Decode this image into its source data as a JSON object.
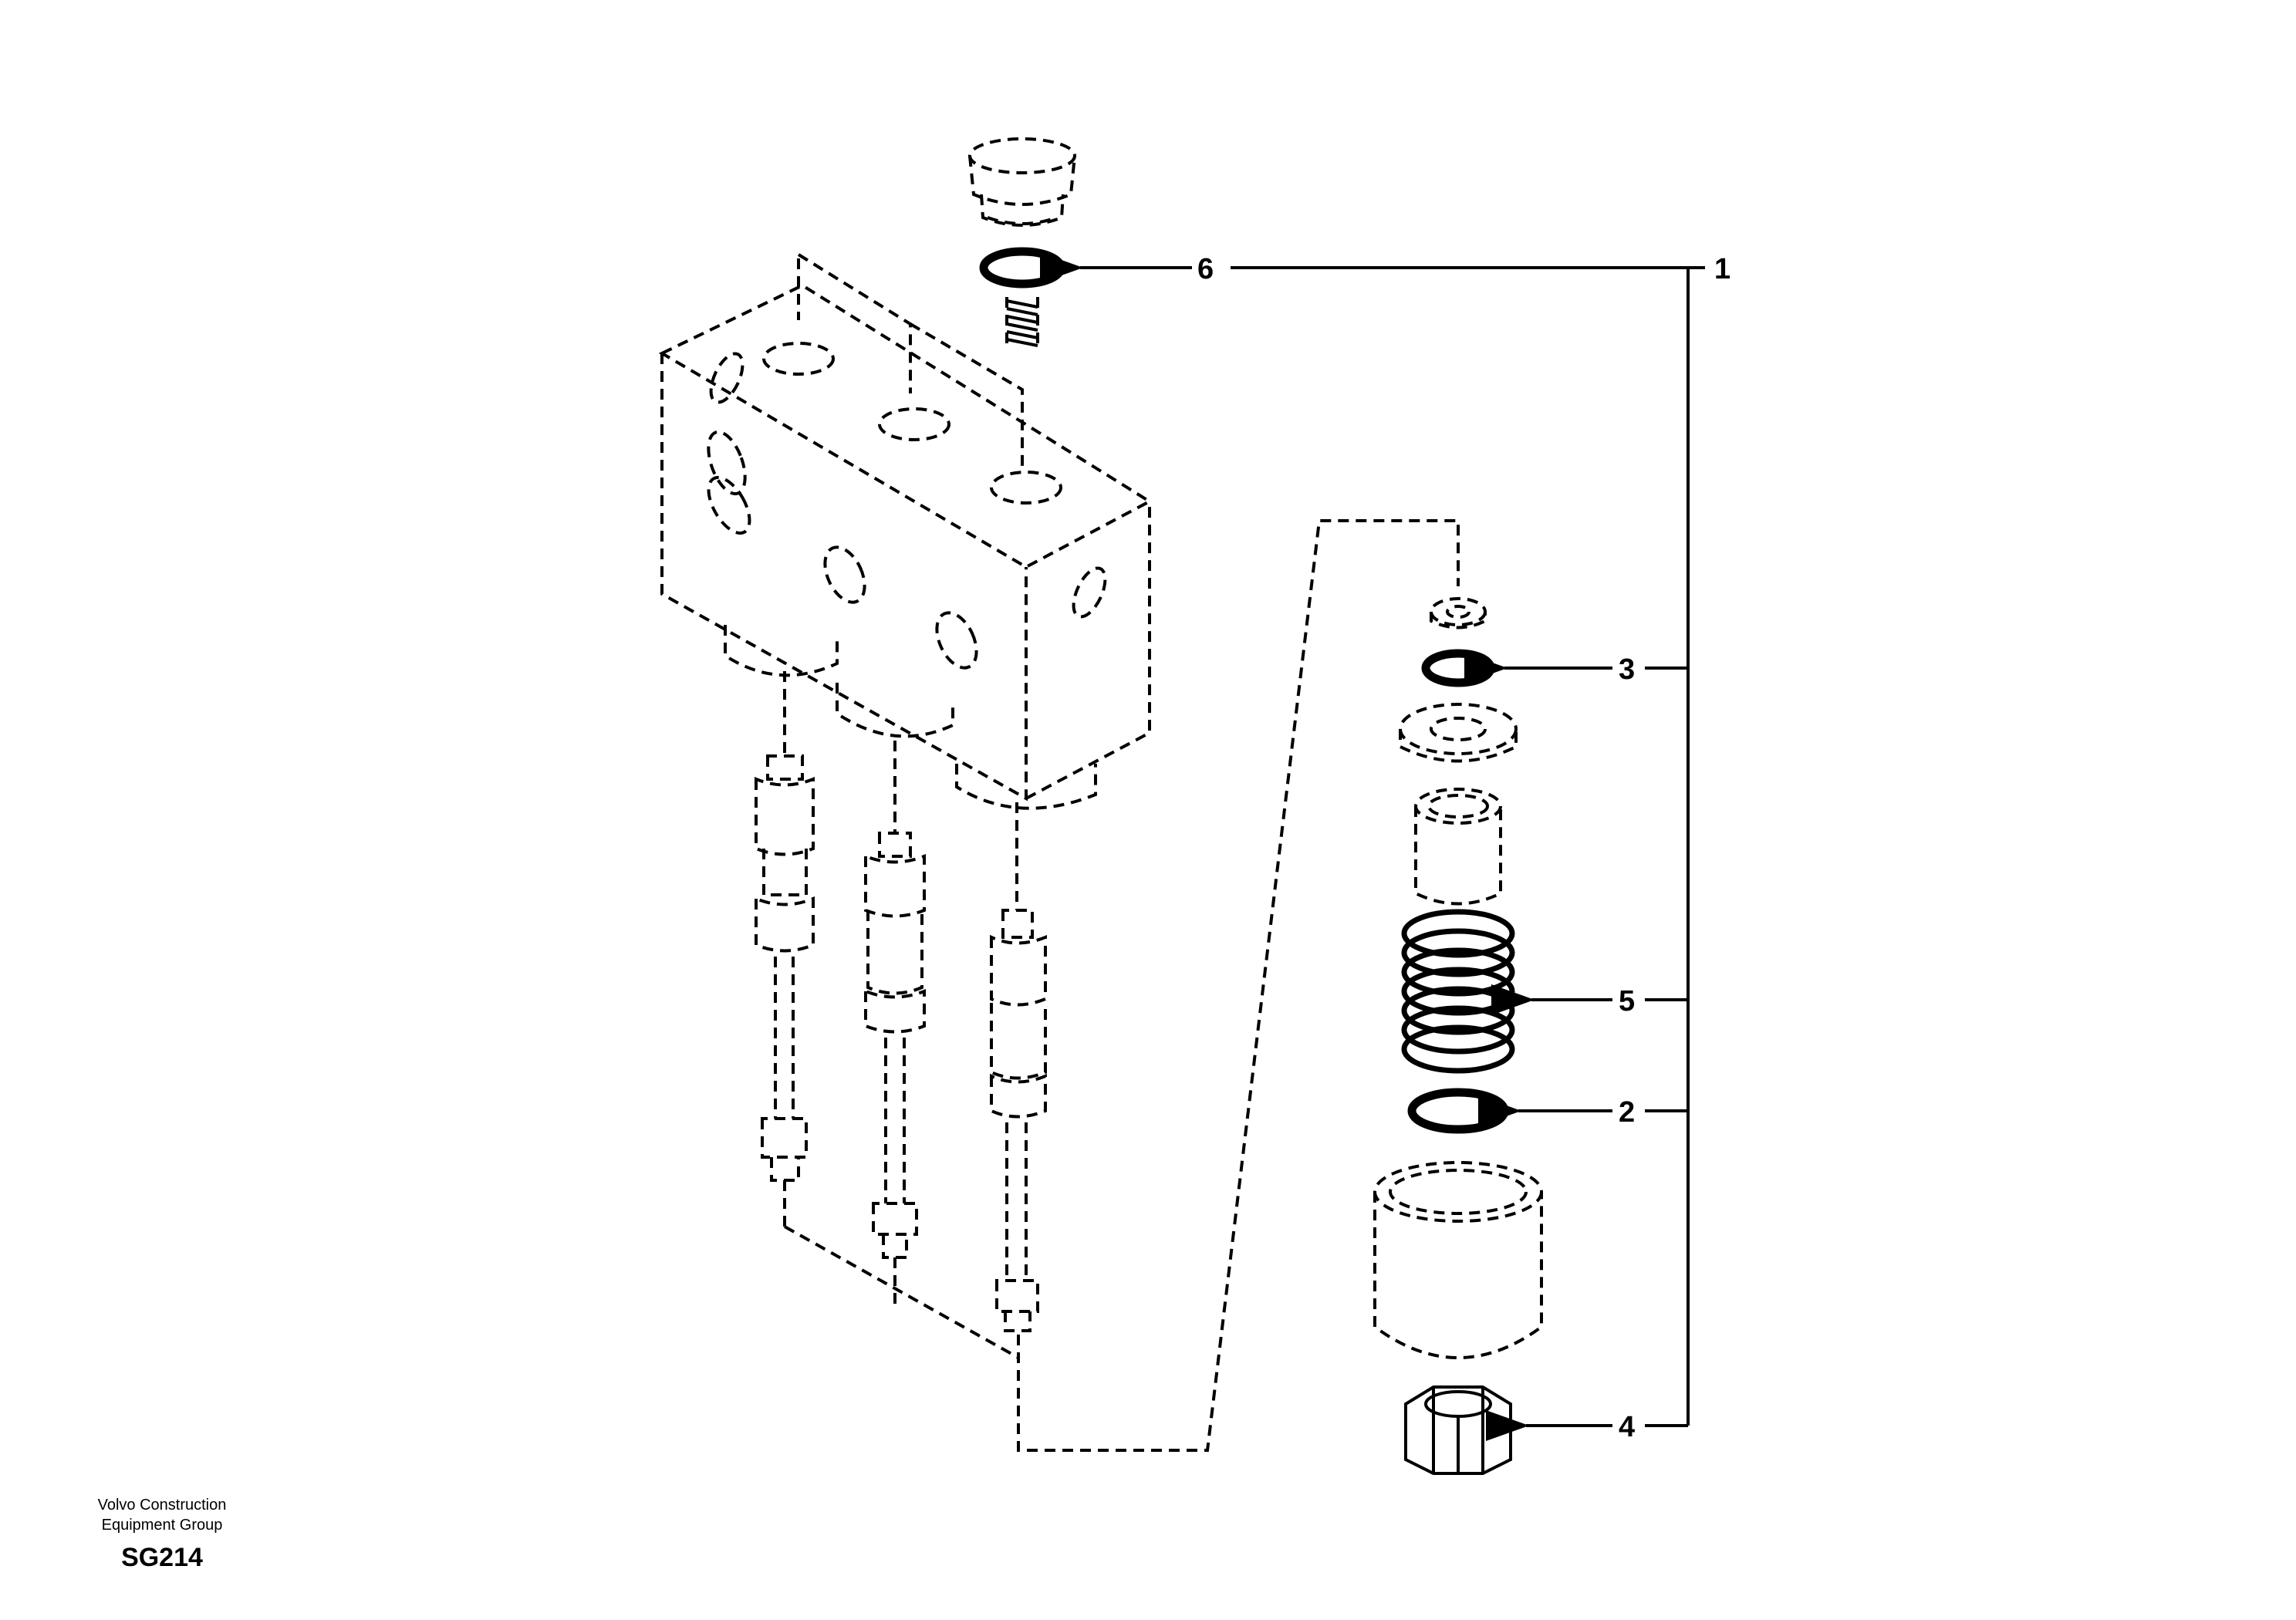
{
  "callouts": [
    {
      "id": "1",
      "label": "1"
    },
    {
      "id": "2",
      "label": "2"
    },
    {
      "id": "3",
      "label": "3"
    },
    {
      "id": "4",
      "label": "4"
    },
    {
      "id": "5",
      "label": "5"
    },
    {
      "id": "6",
      "label": "6"
    }
  ],
  "footer": {
    "line1": "Volvo Construction",
    "line2": "Equipment Group",
    "code": "SG214"
  }
}
